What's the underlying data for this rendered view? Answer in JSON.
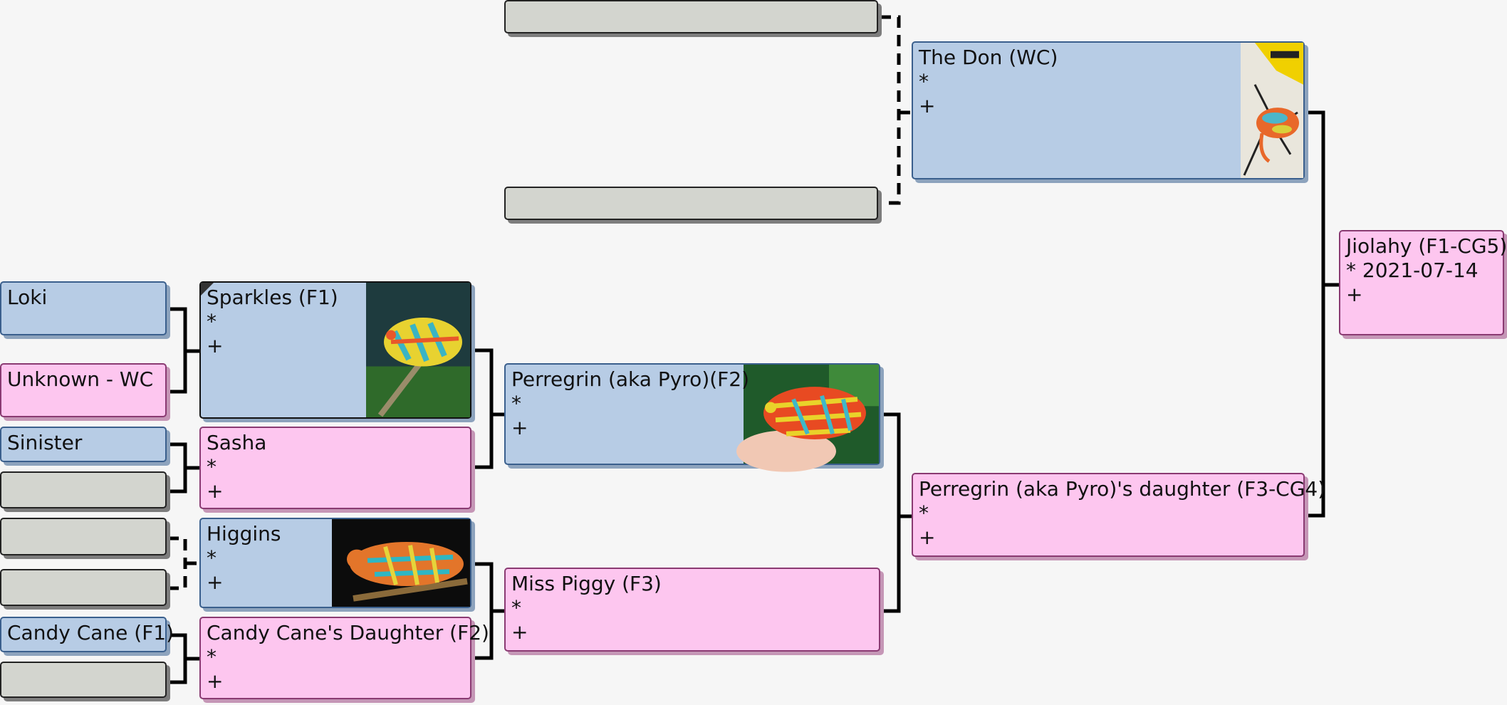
{
  "people": {
    "jiolahy": {
      "name": "Jiolahy (F1-CG5)",
      "birth": "* 2021-07-14",
      "death": "+"
    },
    "the_don": {
      "name": "The Don (WC)",
      "birth": "*",
      "death": "+"
    },
    "pyro_daughter": {
      "name": "Perregrin (aka Pyro)'s daughter (F3-CG4)",
      "birth": "*",
      "death": "+"
    },
    "perregrin": {
      "name": "Perregrin (aka Pyro)(F2)",
      "birth": "*",
      "death": "+"
    },
    "miss_piggy": {
      "name": "Miss Piggy (F3)",
      "birth": "*",
      "death": "+"
    },
    "sparkles": {
      "name": "Sparkles (F1)",
      "birth": "*",
      "death": "+"
    },
    "sasha": {
      "name": "Sasha",
      "birth": "*",
      "death": "+"
    },
    "higgins": {
      "name": "Higgins",
      "birth": "*",
      "death": "+"
    },
    "candy_cane_daughter": {
      "name": "Candy Cane's Daughter (F2)",
      "birth": "*",
      "death": "+"
    },
    "loki": {
      "name": "Loki"
    },
    "unknown_wc": {
      "name": "Unknown - WC"
    },
    "sinister": {
      "name": "Sinister"
    },
    "candy_cane": {
      "name": "Candy Cane (F1)"
    }
  },
  "colors": {
    "male": "#b7cce5",
    "female": "#fdc6ef",
    "empty": "#d3d5cf",
    "background": "#f6f6f6"
  },
  "photos": [
    "chameleon-photo-the-don",
    "chameleon-photo-sparkles",
    "chameleon-photo-perregrin",
    "chameleon-photo-higgins"
  ]
}
